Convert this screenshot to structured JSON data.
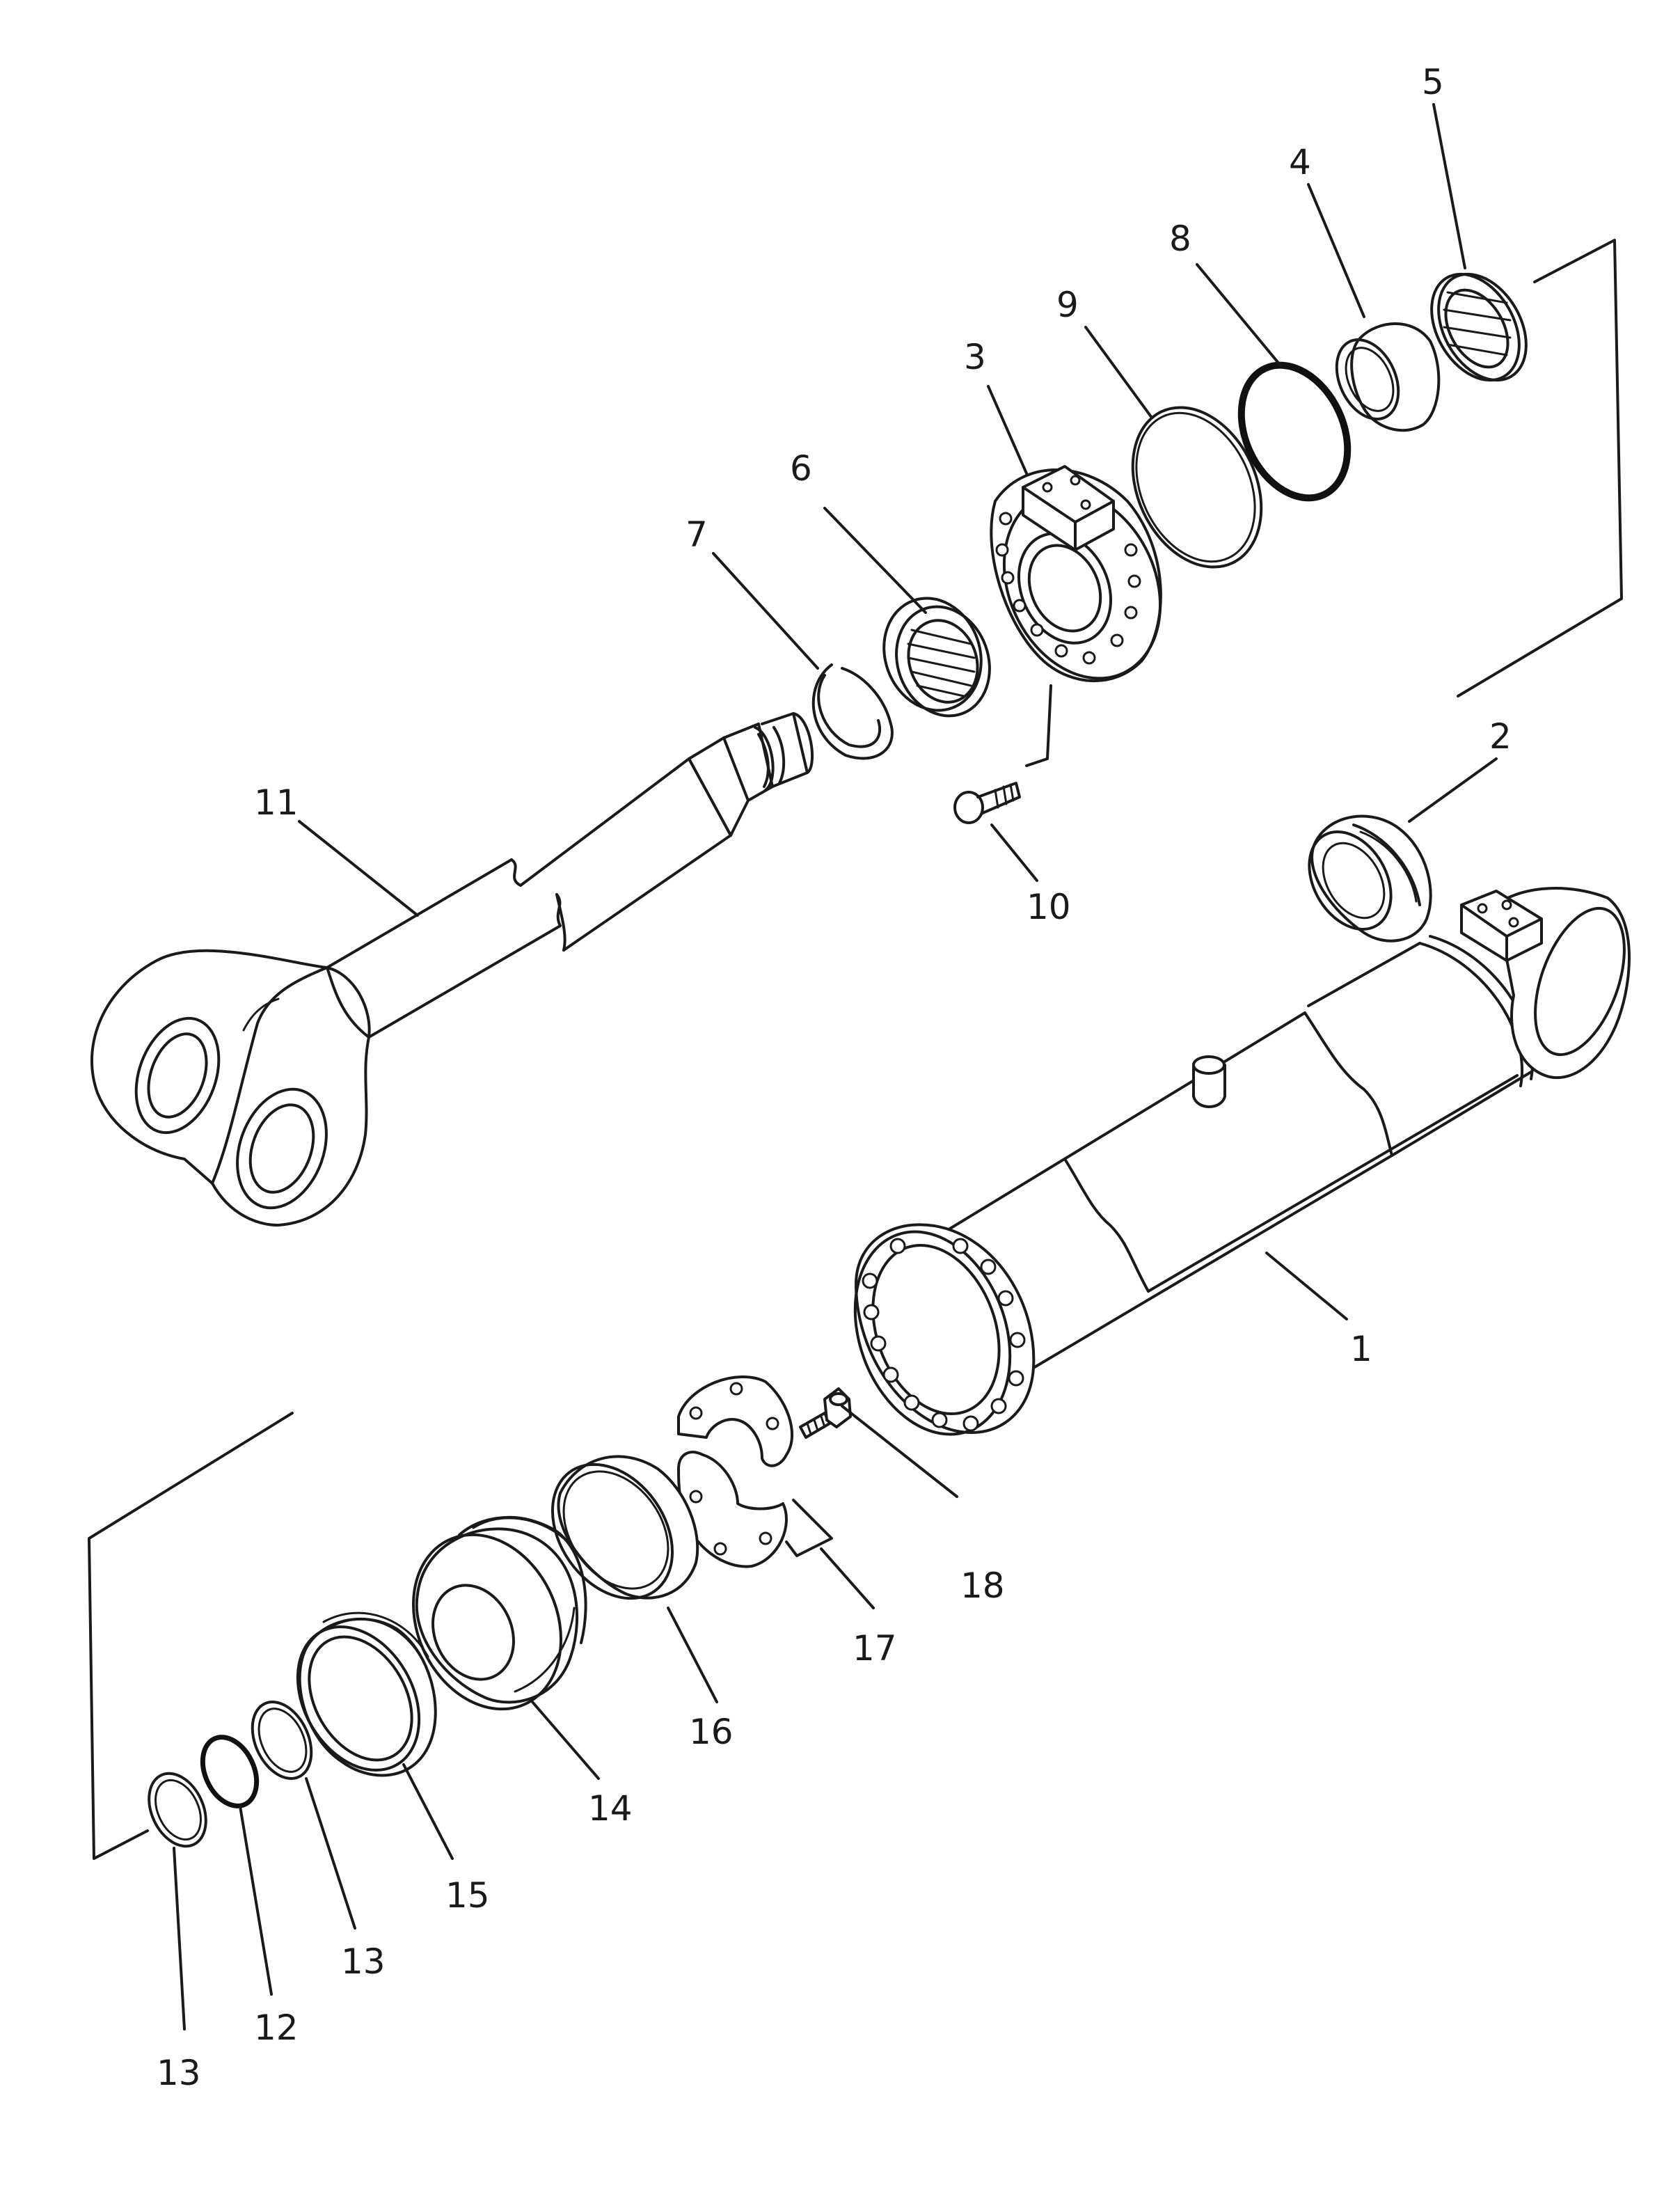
{
  "labels": {
    "p1": "1",
    "p2": "2",
    "p3": "3",
    "p4": "4",
    "p5": "5",
    "p6": "6",
    "p7": "7",
    "p8": "8",
    "p9": "9",
    "p10": "10",
    "p11": "11",
    "p12": "12",
    "p13a": "13",
    "p13b": "13",
    "p14": "14",
    "p15": "15",
    "p16": "16",
    "p17": "17",
    "p18": "18"
  }
}
